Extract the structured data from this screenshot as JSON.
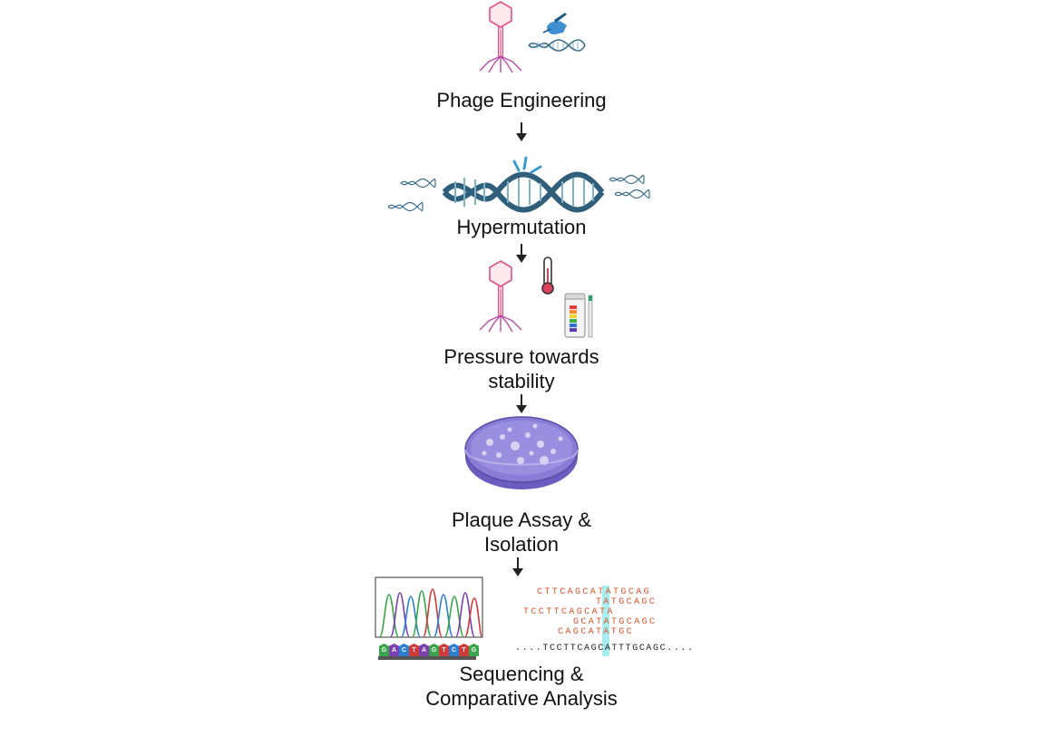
{
  "steps": [
    {
      "label": "Phage Engineering"
    },
    {
      "label": "Hypermutation"
    },
    {
      "label": "Pressure towards\nstability"
    },
    {
      "label": "Plaque Assay &\nIsolation"
    },
    {
      "label": "Sequencing &\nComparative Analysis"
    }
  ],
  "sequencing": {
    "chromatogram_bases": [
      "G",
      "A",
      "C",
      "T",
      "A",
      "G",
      "T",
      "C",
      "T",
      "G"
    ],
    "reads": [
      "CTTCAGCATATGCAG",
      "TATGCAGC",
      "TCCTTCAGCATA",
      "GCATATGCAGC",
      "CAGCATATGC"
    ],
    "reference": "....TCCTTCAGCATTTGCAGC...."
  },
  "colors": {
    "phage": "#e0528a",
    "dna": "#3b6f8c",
    "petri": "#7b6ccd",
    "highlight": "#a8eef0",
    "read_text": "#d9542c"
  }
}
